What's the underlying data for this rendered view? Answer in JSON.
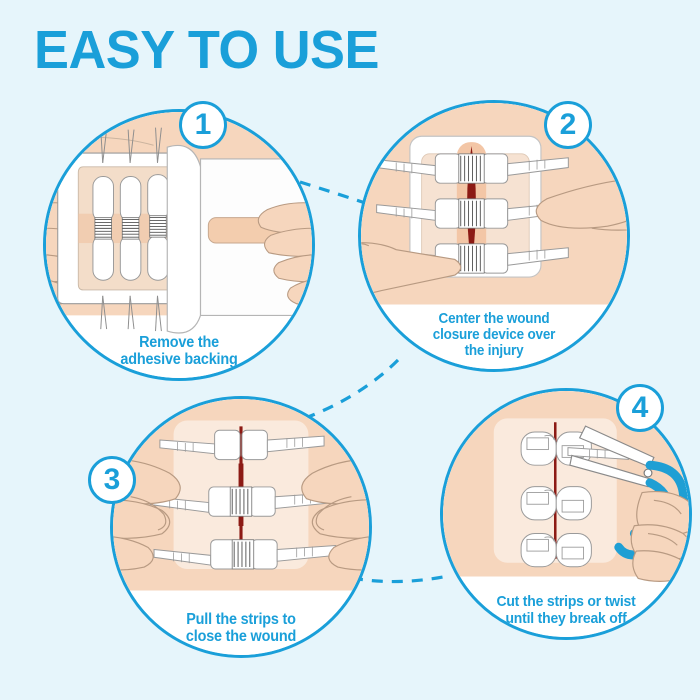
{
  "page": {
    "title": "EASY TO USE",
    "background_color": "#e6f5fb",
    "accent_color": "#1a9fd9",
    "skin_color": "#f6d6bd",
    "wound_color": "#8c1a14",
    "device_color": "#ffffff",
    "scissor_handle_color": "#1f9fd4"
  },
  "steps": [
    {
      "number": "1",
      "caption_lines": [
        "Remove the",
        "adhesive backing"
      ],
      "icon": "peeling-adhesive-backing-illustration"
    },
    {
      "number": "2",
      "caption_lines": [
        "Center the wound",
        "closure device over",
        "the injury"
      ],
      "icon": "centering-device-over-wound-illustration"
    },
    {
      "number": "3",
      "caption_lines": [
        "Pull the strips to",
        "close the wound"
      ],
      "icon": "pulling-strips-illustration"
    },
    {
      "number": "4",
      "caption_lines": [
        "Cut the strips or twist",
        "until they break off"
      ],
      "icon": "cutting-strips-with-scissors-illustration"
    }
  ],
  "connectors": [
    {
      "from": "1",
      "to": "2",
      "style": "dashed"
    },
    {
      "from": "2",
      "to": "3",
      "style": "dashed"
    },
    {
      "from": "3",
      "to": "4",
      "style": "dashed"
    }
  ]
}
